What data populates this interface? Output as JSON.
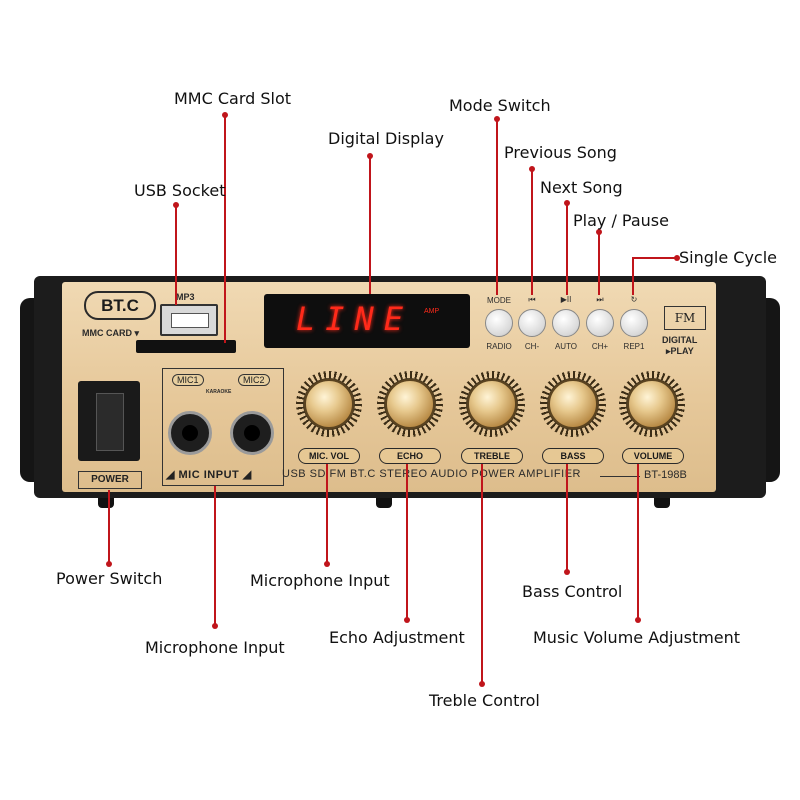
{
  "callouts": {
    "mmc_card_slot": "MMC Card Slot",
    "usb_socket": "USB Socket",
    "digital_display": "Digital Display",
    "mode_switch": "Mode Switch",
    "previous_song": "Previous Song",
    "next_song": "Next Song",
    "play_pause": "Play / Pause",
    "single_cycle": "Single Cycle",
    "power_switch": "Power Switch",
    "microphone_input_1": "Microphone Input",
    "microphone_input_2": "Microphone Input",
    "echo_adjustment": "Echo Adjustment",
    "treble_control": "Treble Control",
    "bass_control": "Bass Control",
    "music_volume_adjustment": "Music Volume Adjustment"
  },
  "panel": {
    "brand": "BT.C",
    "mp3_label": "MP3",
    "mmc_card_label": "MMC CARD ▾",
    "display_text": "LINE",
    "display_sub": "AMP",
    "buttons": [
      {
        "top": "MODE",
        "bottom": "RADIO"
      },
      {
        "top": "⏮",
        "bottom": "CH-"
      },
      {
        "top": "▶II",
        "bottom": "AUTO"
      },
      {
        "top": "⏭",
        "bottom": "CH+"
      },
      {
        "top": "↻",
        "bottom": "REP1"
      }
    ],
    "fm_badge": "FM",
    "digital_play": "DIGITAL",
    "digital_play_2": "▸PLAY",
    "power_label": "POWER",
    "mic1": "MIC1",
    "mic2": "MIC2",
    "karaoke": "KARAOKE",
    "mic_input_label": "◢ MIC INPUT ◢",
    "knobs": [
      "MIC. VOL",
      "ECHO",
      "TREBLE",
      "BASS",
      "VOLUME"
    ],
    "model_line": "USB SD FM BT.C STEREO AUDIO POWER AMPLIFIER",
    "model_number": "BT-198B"
  },
  "colors": {
    "leader": "#c0151b",
    "faceplate": "#e6c89a",
    "display_red": "#ff2a1a"
  }
}
